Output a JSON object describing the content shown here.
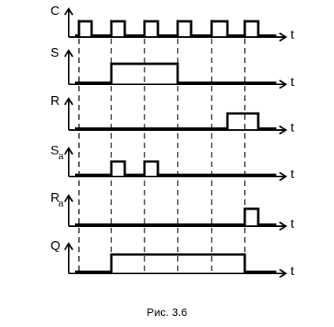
{
  "caption": "Рис.  3.6",
  "axis_label": "t",
  "signals": [
    {
      "name": "C",
      "sub": "",
      "levels": [
        0,
        1,
        0,
        1,
        0,
        1,
        0,
        1,
        0,
        1,
        0,
        1,
        0,
        0
      ]
    },
    {
      "name": "S",
      "sub": "",
      "levels": [
        0,
        0,
        0,
        1,
        1,
        1,
        1,
        0,
        0,
        0,
        0,
        0,
        0,
        0
      ]
    },
    {
      "name": "R",
      "sub": "",
      "levels": [
        0,
        0,
        0,
        0,
        0,
        0,
        0,
        0,
        0,
        0,
        1,
        1,
        0,
        0
      ]
    },
    {
      "name": "S",
      "sub": "a",
      "levels": [
        0,
        0,
        0,
        1,
        0,
        1,
        0,
        0,
        0,
        0,
        0,
        0,
        0,
        0
      ]
    },
    {
      "name": "R",
      "sub": "a",
      "levels": [
        0,
        0,
        0,
        0,
        0,
        0,
        0,
        0,
        0,
        0,
        0,
        1,
        0,
        0
      ]
    },
    {
      "name": "Q",
      "sub": "",
      "levels": [
        0,
        0,
        0,
        1,
        1,
        1,
        1,
        1,
        1,
        1,
        1,
        0,
        0,
        0
      ]
    }
  ]
}
